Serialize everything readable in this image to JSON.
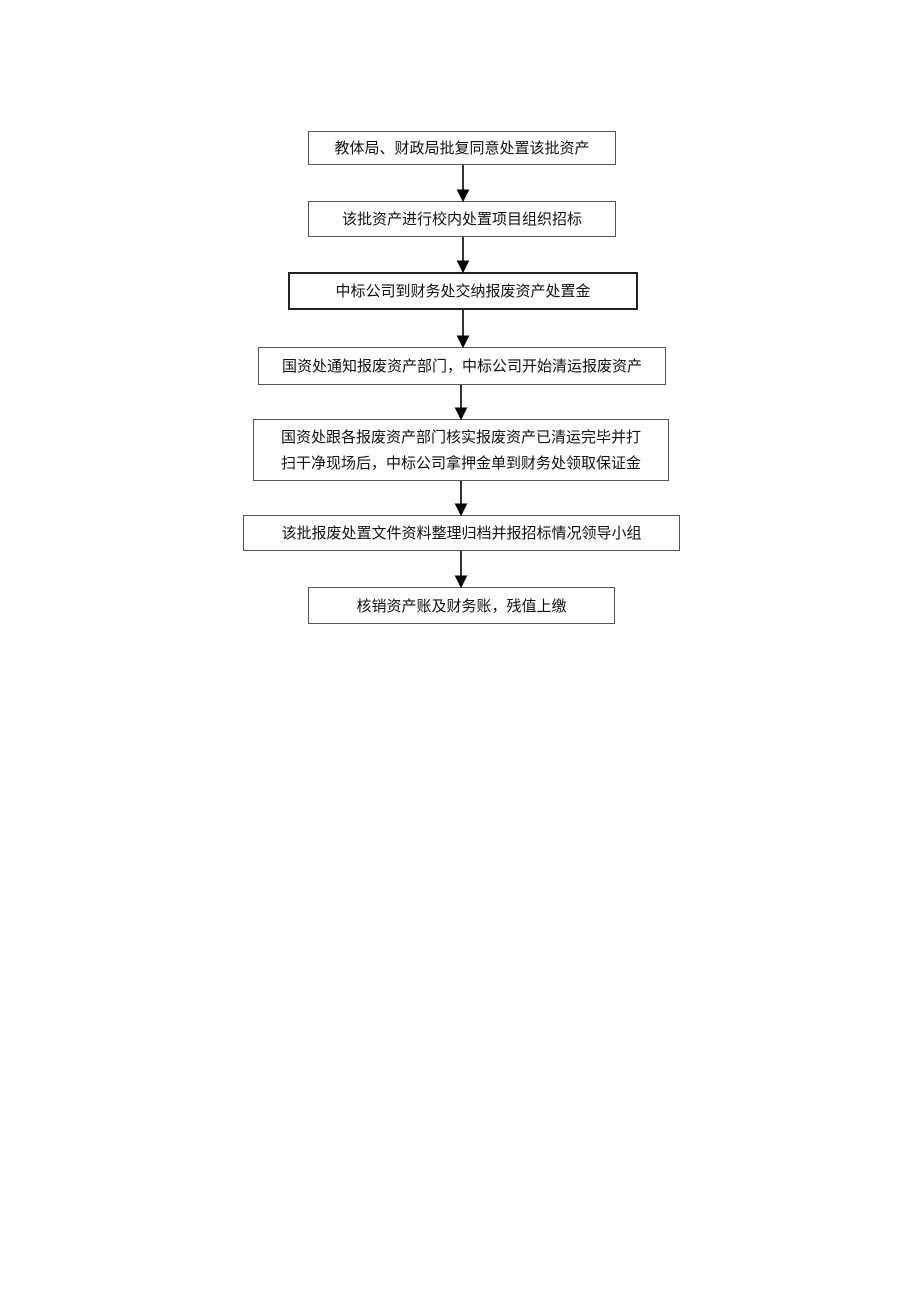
{
  "flowchart": {
    "steps": [
      {
        "text": "教体局、财政局批复同意处置该批资产"
      },
      {
        "text": "该批资产进行校内处置项目组织招标"
      },
      {
        "text": "中标公司到财务处交纳报废资产处置金"
      },
      {
        "text": "国资处通知报废资产部门，中标公司开始清运报废资产"
      },
      {
        "line1": "国资处跟各报废资产部门核实报废资产已清运完毕并打",
        "line2": "扫干净现场后，中标公司拿押金单到财务处领取保证金"
      },
      {
        "text": "该批报废处置文件资料整理归档并报招标情况领导小组"
      },
      {
        "text": "核销资产账及财务账，残值上缴"
      }
    ]
  }
}
